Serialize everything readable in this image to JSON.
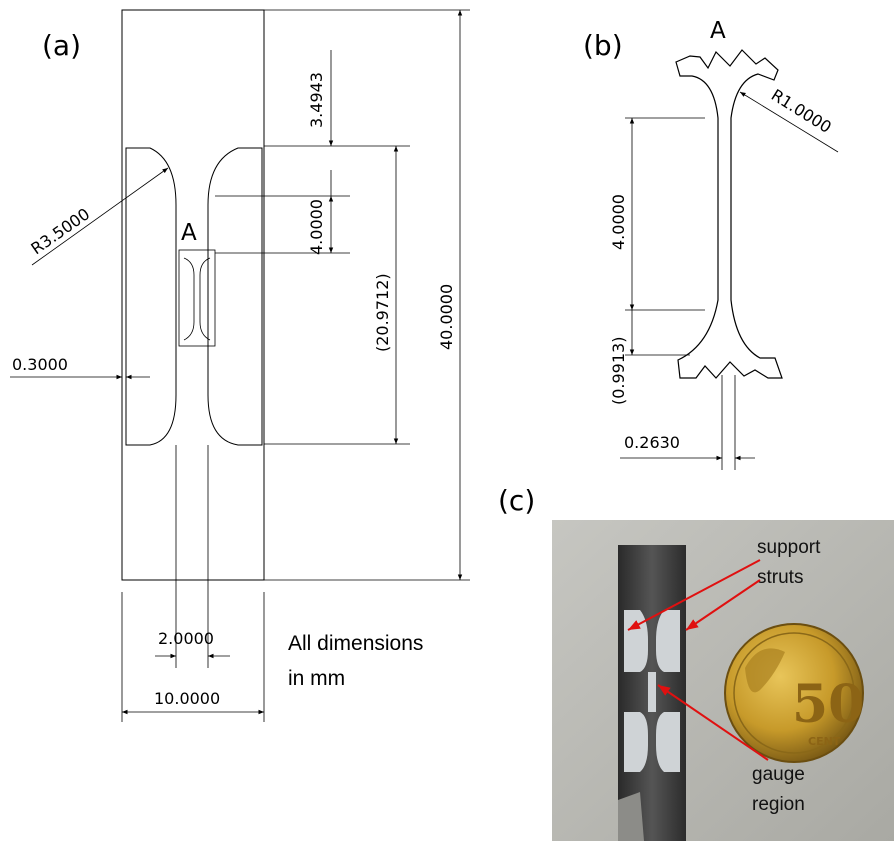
{
  "panel_a": {
    "label": "(a)",
    "detail_marker": "A",
    "dims": {
      "height_top": "3.4943",
      "gauge_len": "4.0000",
      "notch_len": "(20.9712)",
      "total_len": "40.0000",
      "radius": "R3.5000",
      "offset": "0.3000",
      "neck_width": "2.0000",
      "total_width": "10.0000"
    },
    "note_line1": "All dimensions",
    "note_line2": "in mm"
  },
  "panel_b": {
    "label": "(b)",
    "detail_marker": "A",
    "dims": {
      "radius": "R1.0000",
      "gauge_len": "4.0000",
      "shoulder": "(0.9913)",
      "width": "0.2630"
    }
  },
  "panel_c": {
    "label": "(c)",
    "callout_top_1": "support",
    "callout_top_2": "struts",
    "callout_bottom_1": "gauge",
    "callout_bottom_2": "region",
    "coin_value": "50",
    "coin_text": "CENT",
    "colors": {
      "arrow": "#e01010",
      "background": "#b9b9b4",
      "specimen": "#3a3a3a",
      "coin": "#c79a2a"
    }
  }
}
